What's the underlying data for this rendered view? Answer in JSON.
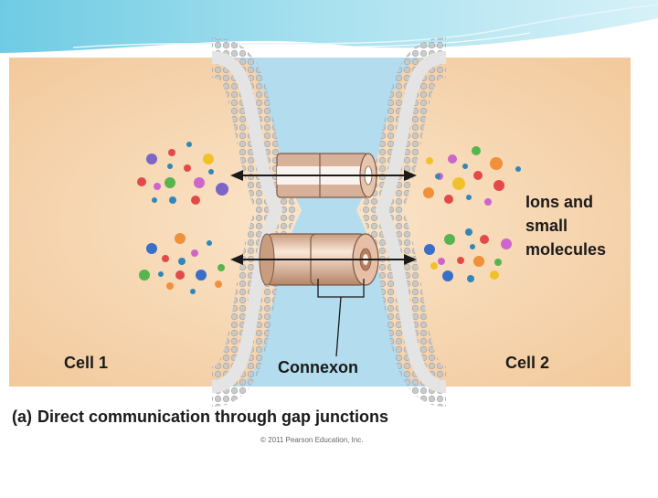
{
  "diagram": {
    "cell1_label": "Cell 1",
    "cell2_label": "Cell 2",
    "connexon_label": "Connexon",
    "ions_label": [
      "Ions and",
      "small",
      "molecules"
    ],
    "caption_letter": "(a)",
    "caption_text": "Direct communication through gap junctions",
    "copyright": "© 2011 Pearson Education, Inc."
  },
  "colors": {
    "cytoplasm": "#f7d9b6",
    "extracellular": "#b3dcee",
    "membrane_head": "#bdbdbd",
    "channel": "#e8c3a6",
    "arrow": "#1a1a1a"
  }
}
